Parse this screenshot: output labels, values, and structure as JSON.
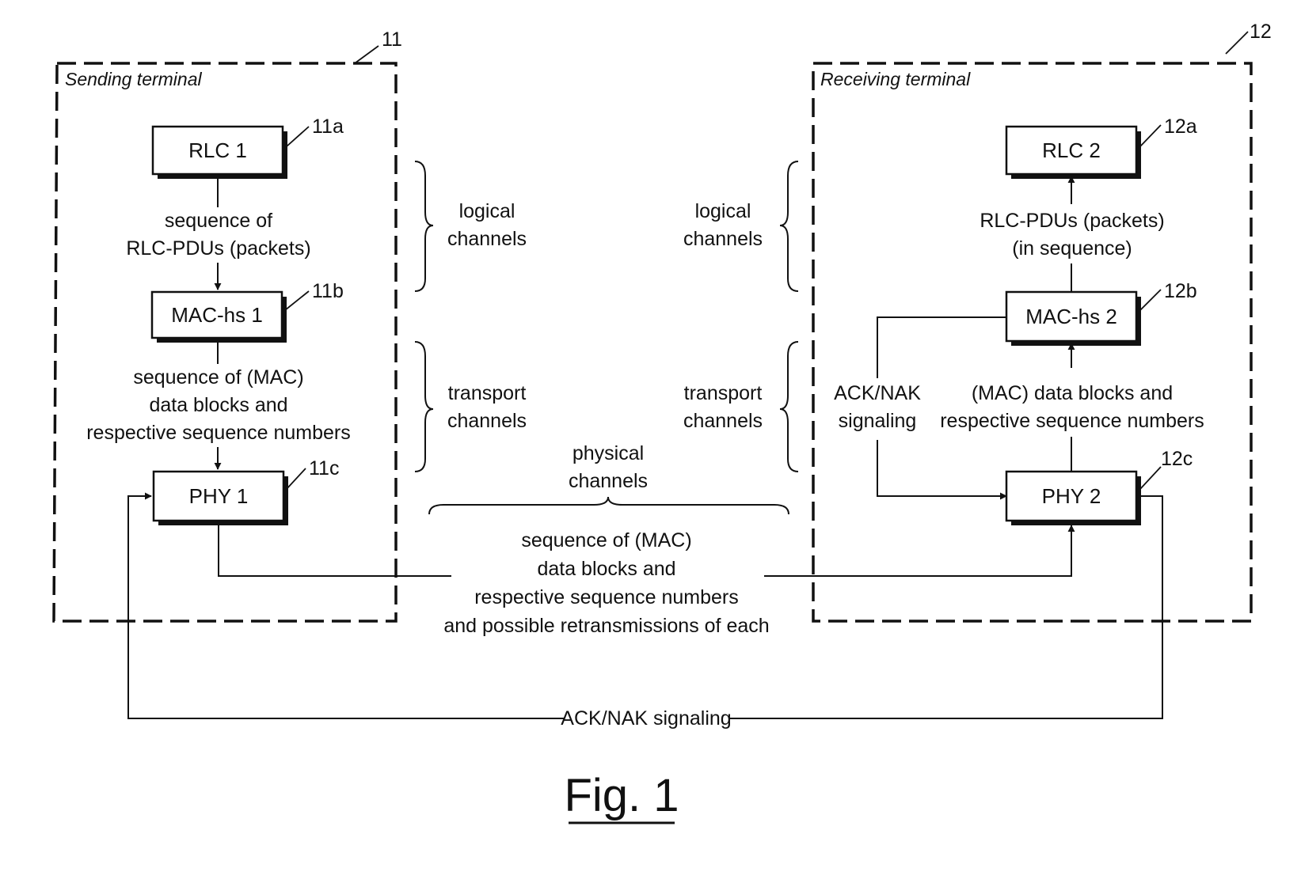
{
  "sending_terminal": {
    "ref": "11",
    "title": "Sending terminal",
    "rlc": {
      "label": "RLC 1",
      "ref": "11a"
    },
    "mac": {
      "label": "MAC-hs 1",
      "ref": "11b"
    },
    "phy": {
      "label": "PHY 1",
      "ref": "11c"
    },
    "rlc_to_mac": [
      "sequence of",
      "RLC-PDUs (packets)"
    ],
    "mac_to_phy": [
      "sequence of (MAC)",
      "data blocks and",
      "respective sequence numbers"
    ]
  },
  "receiving_terminal": {
    "ref": "12",
    "title": "Receiving terminal",
    "rlc": {
      "label": "RLC 2",
      "ref": "12a"
    },
    "mac": {
      "label": "MAC-hs 2",
      "ref": "12b"
    },
    "phy": {
      "label": "PHY 2",
      "ref": "12c"
    },
    "mac_to_rlc": [
      "RLC-PDUs (packets)",
      "(in sequence)"
    ],
    "phy_to_mac": [
      "(MAC) data blocks and",
      "respective sequence numbers"
    ],
    "internal_signaling": [
      "ACK/NAK",
      "signaling"
    ]
  },
  "channels": {
    "logical": [
      "logical",
      "channels"
    ],
    "transport": [
      "transport",
      "channels"
    ],
    "physical": [
      "physical",
      "channels"
    ]
  },
  "physical_link": [
    "sequence of (MAC)",
    "data blocks and",
    "respective sequence numbers",
    "and possible retransmissions of each"
  ],
  "feedback_signaling": "ACK/NAK signaling",
  "figure_caption": "Fig. 1"
}
